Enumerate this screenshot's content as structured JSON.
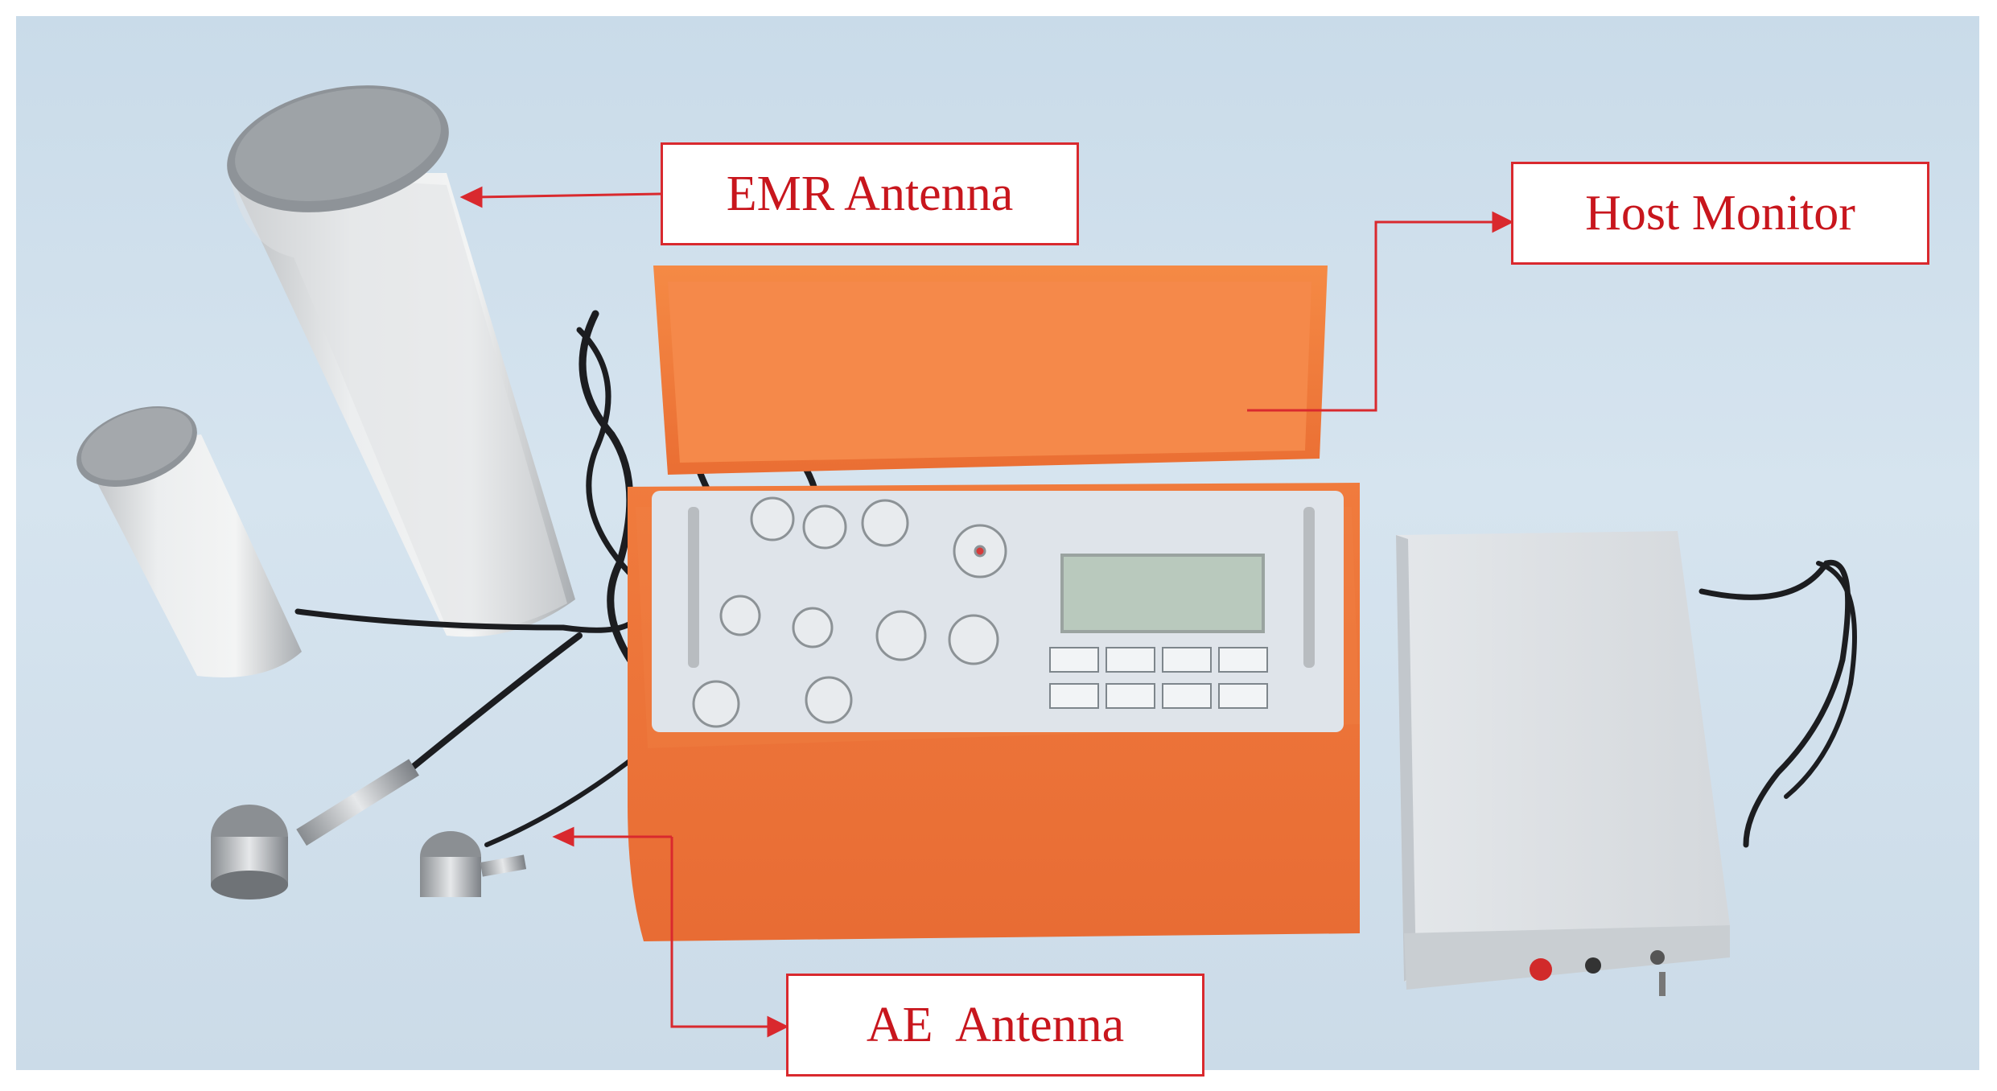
{
  "labels": {
    "emr_antenna": "EMR Antenna",
    "host_monitor": "Host Monitor",
    "ae_antenna": "AE  Antenna"
  },
  "colors": {
    "annotation_red": "#d9292e",
    "case_orange": "#f07a3a",
    "background_blue": "#cfdfeb",
    "panel_gray": "#dfe4ea"
  }
}
